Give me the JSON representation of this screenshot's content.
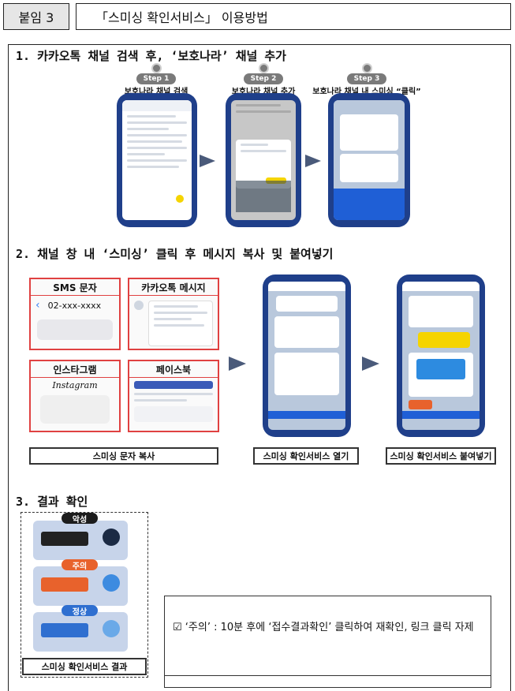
{
  "header": {
    "tag": "붙임 3",
    "title": "「스미싱 확인서비스」 이용방법"
  },
  "section1": {
    "title": "1. 카카오톡 채널 검색 후, ‘보호나라’ 채널 추가",
    "steps": [
      {
        "pill": "Step 1",
        "label": "보호나라 채널 검색"
      },
      {
        "pill": "Step 2",
        "label": "보호나라 채널 추가"
      },
      {
        "pill": "Step 3",
        "label": "보호나라 채널 내 스미싱 “클릭”"
      }
    ]
  },
  "section2": {
    "title": "2. 채널 창 내 ‘스미싱’ 클릭 후 메시지 복사 및 붙여넣기",
    "cards": {
      "sms": {
        "title": "SMS 문자",
        "number": "02-xxx-xxxx"
      },
      "kakao": {
        "title": "카카오톡 메시지"
      },
      "instagram": {
        "title": "인스타그램",
        "logo": "Instagram"
      },
      "facebook": {
        "title": "페이스북"
      }
    },
    "captions": [
      "스미싱 문자 복사",
      "스미싱 확인서비스 열기",
      "스미싱 확인서비스 붙여넣기"
    ]
  },
  "section3": {
    "title": "3. 결과 확인",
    "badges": [
      {
        "label": "악성",
        "color": "#1c1c1c"
      },
      {
        "label": "주의",
        "color": "#e8622c"
      },
      {
        "label": "정상",
        "color": "#2f6fd0"
      }
    ],
    "caption": "스미싱 확인서비스 결과",
    "note": {
      "checkbox": "☑",
      "text": "‘주의’ : 10분 후에 ‘접수결과확인’ 클릭하여 재확인, 링크 클릭 자제"
    }
  },
  "colors": {
    "phone": "#1f3f8a",
    "card_border": "#e04141",
    "arrow": "#4a5a7a",
    "kakao_yellow": "#f5d400"
  }
}
